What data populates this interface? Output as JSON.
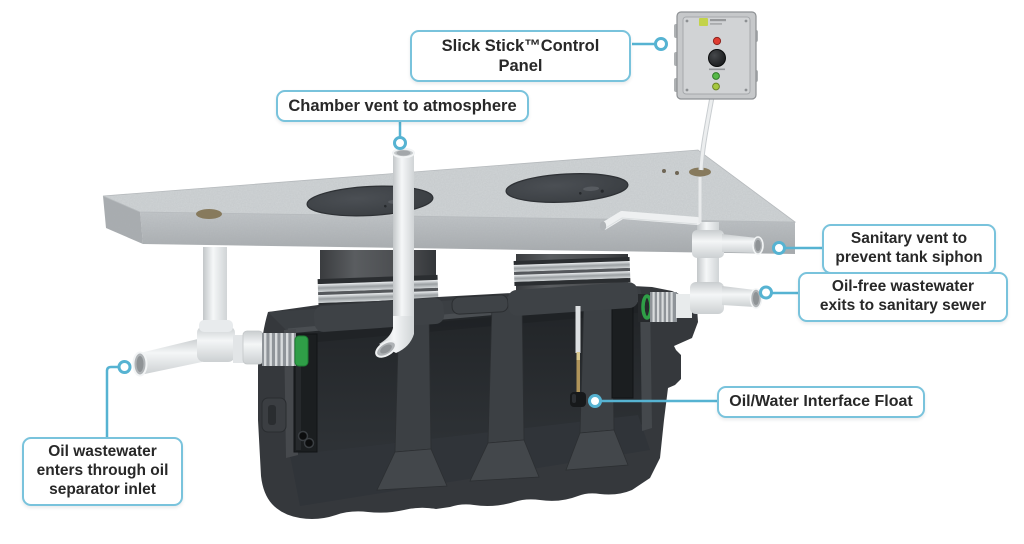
{
  "figure": {
    "type": "technical-cutaway-diagram",
    "subject": "Oil separator tank system below concrete slab"
  },
  "colors": {
    "accent_blue": "#56b3d2",
    "label_border": "#79c3dc",
    "label_text": "#282828",
    "tank_body": "#35383c",
    "slab_gray": "#cdd1d3",
    "pipe_white": "#eef0f2",
    "seal_green": "#2f9e47",
    "led_red": "#e03c31",
    "led_green": "#57b947",
    "led_yellow": "#a6c83e"
  },
  "callouts": {
    "control_panel": {
      "label": "Slick Stick™Control Panel"
    },
    "chamber_vent": {
      "label": "Chamber vent to atmosphere"
    },
    "sanitary_vent": {
      "label": "Sanitary vent to\nprevent tank siphon"
    },
    "outlet": {
      "label": "Oil-free wastewater\nexits to sanitary sewer"
    },
    "interface_float": {
      "label": "Oil/Water Interface Float"
    },
    "inlet": {
      "label": "Oil wastewater\nenters through oil\nseparator inlet"
    }
  }
}
